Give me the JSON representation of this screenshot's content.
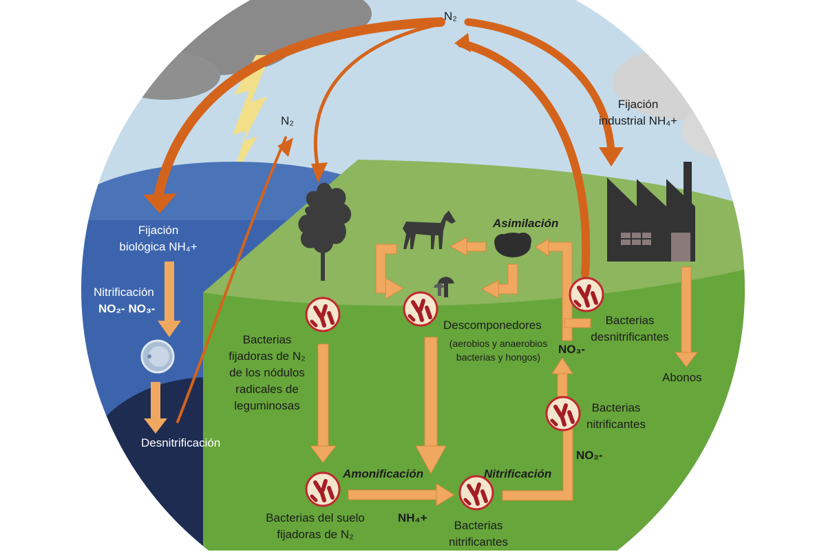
{
  "labels": {
    "n2_top": "N₂",
    "n2_mid": "N₂",
    "fijacion_industrial_1": "Fijación",
    "fijacion_industrial_2": "industrial NH₄+",
    "fijacion_biologica_1": "Fijación",
    "fijacion_biologica_2": "biológica NH₄+",
    "nitrificacion_water": "Nitrificación",
    "no2_no3_water": "NO₂- NO₃-",
    "desnitrificacion": "Desnitrificación",
    "asimilacion": "Asimilación",
    "bacterias_fijadoras_nodulos": [
      "Bacterias",
      "fijadoras de  N₂",
      "de los nódulos",
      "radicales de",
      "leguminosas"
    ],
    "descomponedores": "Descomponedores",
    "descomponedores_detalle_1": "(aerobios y anaerobios",
    "descomponedores_detalle_2": "bacterias y hongos)",
    "bacterias_desnitrificantes": [
      "Bacterias",
      "desnitrificantes"
    ],
    "no3": "NO₃-",
    "abonos": "Abonos",
    "bacterias_nitrificantes_right": [
      "Bacterias",
      "nitrificantes"
    ],
    "no2": "NO₂-",
    "amonificacion": "Amonificación",
    "nitrificacion_bottom": "Nitrificación",
    "bacterias_suelo": [
      "Bacterias del suelo",
      "fijadoras de N₂"
    ],
    "nh4": "NH₄+",
    "bacterias_nitrificantes_bottom": [
      "Bacterias",
      "nitrificantes"
    ]
  },
  "icons": [
    "cloud-icon",
    "lightning-icon",
    "tree-icon",
    "horse-icon",
    "shrub-icon",
    "mushroom-icon",
    "factory-icon",
    "bacteria-icon",
    "plankton-icon"
  ],
  "colors": {
    "sky": "#c5dbea",
    "water": "#3c64ad",
    "deep_water": "#1e2c52",
    "grass": "#67a63b",
    "grass_light": "#8db65e",
    "arrow_dark": "#d4641c",
    "arrow_light": "#f0a860",
    "bacteria_body": "#a51e25",
    "bacteria_bg": "#f3e6cc"
  }
}
